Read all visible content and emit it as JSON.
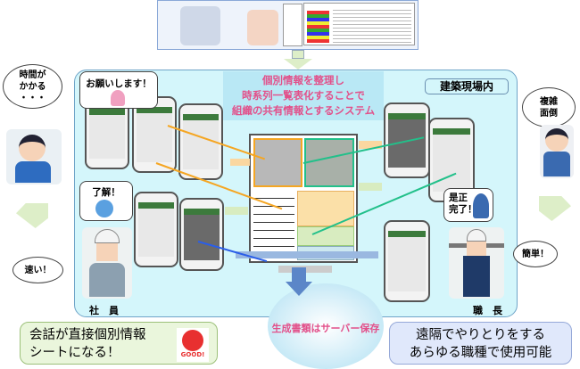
{
  "top_box": {
    "description_sheet": "spreadsheet"
  },
  "main_title_lines": [
    "個別情報を整理し",
    "時系列一覧表化することで",
    "組織の共有情報とするシステム"
  ],
  "site_label": "建築現場内",
  "bubbles": {
    "left_top": [
      "時間が",
      "かかる",
      "・・・"
    ],
    "right_top": [
      "複雑",
      "面倒"
    ],
    "left_bottom": "速い！",
    "right_bottom": "簡単！"
  },
  "cards": {
    "request": "お願いします！",
    "ack": "了解！",
    "done": [
      "是正",
      "完了！"
    ]
  },
  "roles": {
    "employee": "社　員",
    "foreman": "職　長"
  },
  "server_text": "生成書類はサーバー保存",
  "bottom_left": [
    "会話が直接個別情報",
    "シートになる！"
  ],
  "good_badge": "GOOD!",
  "bottom_right": [
    "遠隔でやりとりをする",
    "あらゆる職種で使用可能"
  ],
  "colors": {
    "panel": "#d4f6fb",
    "pink_text": "#e2508a",
    "orange_line": "#f5a623",
    "teal_line": "#22c08a",
    "blue_line": "#2a5ee8"
  }
}
